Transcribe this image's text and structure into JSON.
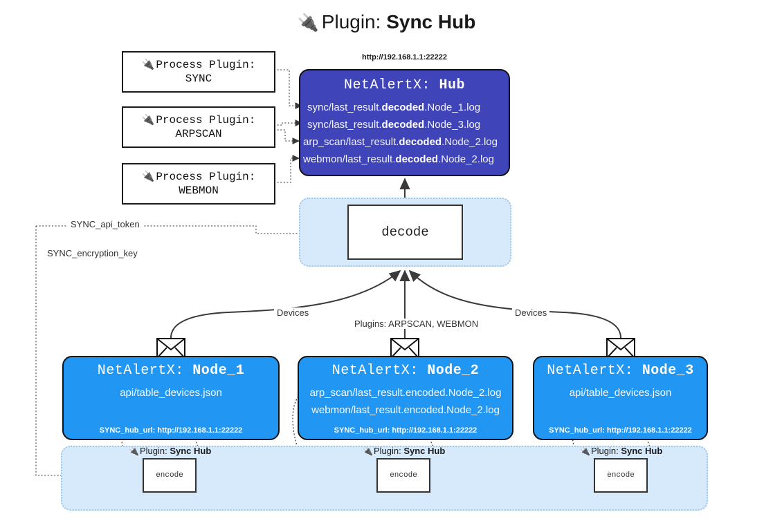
{
  "title": {
    "icon": "plug-icon",
    "prefix": "Plugin: ",
    "name": "Sync Hub"
  },
  "process_plugins": [
    {
      "icon": "plug-icon",
      "label": "Process Plugin:",
      "name": "SYNC"
    },
    {
      "icon": "plug-icon",
      "label": "Process Plugin:",
      "name": "ARPSCAN"
    },
    {
      "icon": "plug-icon",
      "label": "Process Plugin:",
      "name": "WEBMON"
    }
  ],
  "hub": {
    "url": "http://192.168.1.1:22222",
    "title_prefix": "NetAlertX: ",
    "title_name": "Hub",
    "logs": [
      {
        "pre": "sync/last_result.",
        "em": "decoded",
        "post": ".Node_1.log"
      },
      {
        "pre": "sync/last_result.",
        "em": "decoded",
        "post": ".Node_3.log"
      },
      {
        "pre": "arp_scan/last_result.",
        "em": "decoded",
        "post": ".Node_2.log"
      },
      {
        "pre": "webmon/last_result.",
        "em": "decoded",
        "post": ".Node_2.log"
      }
    ]
  },
  "decode": {
    "label": "decode"
  },
  "secrets": [
    {
      "label": "SYNC_api_token"
    },
    {
      "label": "SYNC_encryption_key"
    }
  ],
  "edge_labels": {
    "devices_left": "Devices",
    "devices_right": "Devices",
    "plugins_center": "Plugins: ARPSCAN, WEBMON"
  },
  "nodes": [
    {
      "title_prefix": "NetAlertX: ",
      "title_name": "Node_1",
      "lines": [
        "api/table_devices.json"
      ],
      "hub_url_label": "SYNC_hub_url: http://192.168.1.1:22222",
      "plugin_label_prefix": "Plugin: ",
      "plugin_label_name": "Sync Hub",
      "encode_label": "encode"
    },
    {
      "title_prefix": "NetAlertX: ",
      "title_name": "Node_2",
      "lines": [
        "arp_scan/last_result.encoded.Node_2.log",
        "webmon/last_result.encoded.Node_2.log"
      ],
      "hub_url_label": "SYNC_hub_url: http://192.168.1.1:22222",
      "plugin_label_prefix": "Plugin: ",
      "plugin_label_name": "Sync Hub",
      "encode_label": "encode"
    },
    {
      "title_prefix": "NetAlertX: ",
      "title_name": "Node_3",
      "lines": [
        "api/table_devices.json"
      ],
      "hub_url_label": "SYNC_hub_url: http://192.168.1.1:22222",
      "plugin_label_prefix": "Plugin: ",
      "plugin_label_name": "Sync Hub",
      "encode_label": "encode"
    }
  ],
  "colors": {
    "hub_fill": "#3f44b8",
    "node_fill": "#2196f3",
    "container_fill": "#d7eafc",
    "container_border": "#9fc6e6",
    "line": "#3a3a3a"
  }
}
